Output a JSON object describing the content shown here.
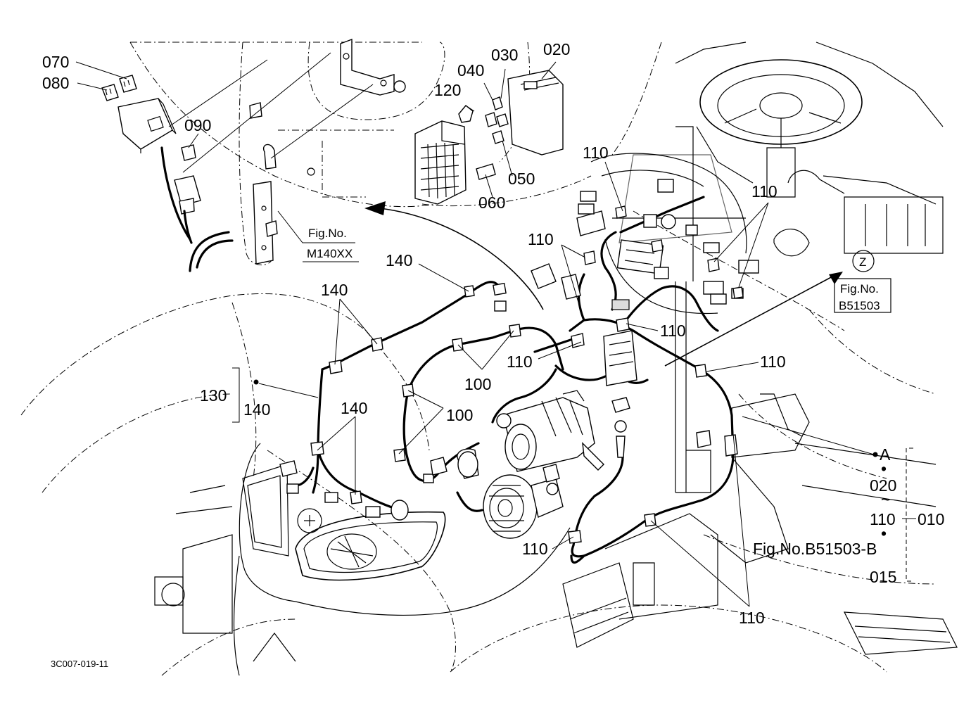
{
  "diagram": {
    "doc_code": "3C007-019-11",
    "callouts": {
      "c070": "070",
      "c080": "080",
      "c090": "090",
      "c120": "120",
      "c040": "040",
      "c030": "030",
      "c020": "020",
      "c050": "050",
      "c060": "060",
      "c110_a": "110",
      "c110_b": "110",
      "c110_c": "110",
      "c110_d": "110",
      "c110_e": "110",
      "c110_f": "110",
      "c110_g": "110",
      "c110_h": "110",
      "c140_a": "140",
      "c140_b": "140",
      "c140_c": "140",
      "c130": "130",
      "c140_d": "140",
      "c100_a": "100",
      "c100_b": "100"
    },
    "fig_ref_1": {
      "line1": "Fig.No.",
      "line2": "M140XX"
    },
    "fig_ref_2": {
      "circle_letter": "Z",
      "line1": "Fig.No.",
      "line2": "B51503"
    },
    "group_a": {
      "letter": "A",
      "dot1": "•",
      "item1": "020",
      "tilde": "~",
      "item2": "110",
      "assembly": "010",
      "dot2": "•",
      "item3": "015"
    },
    "fig_ref_3": "Fig.No.B51503-B"
  }
}
